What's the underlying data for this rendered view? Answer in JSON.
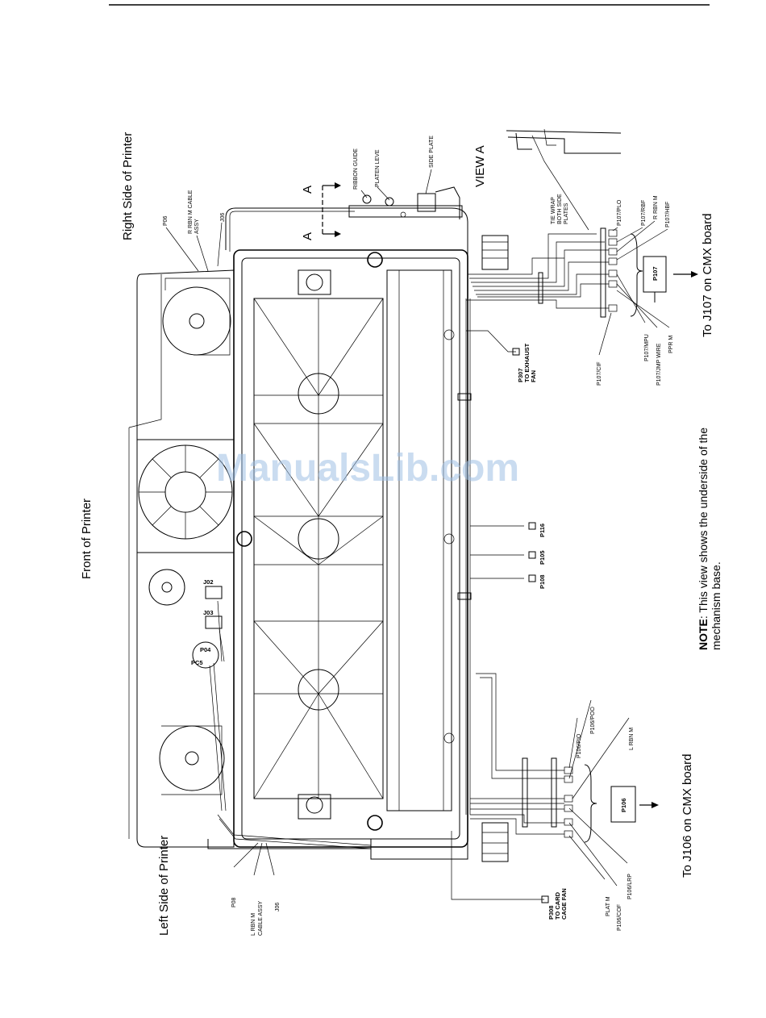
{
  "headings": {
    "right_side": "Right Side of Printer",
    "front": "Front of Printer",
    "left_side": "Left Side of Printer",
    "to_j107": "To J107 on CMX board",
    "to_j106": "To J106 on CMX board"
  },
  "note": {
    "label": "NOTE",
    "line1": ": This view shows the underside of the",
    "line2": "mechanism base."
  },
  "watermark": "ManualsLib.com",
  "view_labels": {
    "view_a": "VIEW A",
    "section_a_top": "A",
    "section_a_bottom": "A"
  },
  "callouts": {
    "ribbon_guide": "RIBBON GUIDE",
    "platen_leve": "PLATEN LEVE",
    "side_plate": "SIDE PLATE",
    "tie_wrap_1": "TIE WRAP",
    "tie_wrap_2": "BOTH SIDE",
    "tie_wrap_3": "PLATES",
    "p06": "P06",
    "r_rbn_cable_1": "R RBN M CABLE",
    "r_rbn_cable_2": "ASSY",
    "j06_top": "J06",
    "p107_plo": "P107/PLO",
    "p107_rbf": "P107/RBF",
    "r_rbn_m": "R RBN M",
    "p107_hbf": "P107/HBF",
    "p107_box": "P107",
    "p107_cif": "P107/CIF",
    "p107_mpu": "P107/MPU",
    "p107_jmp": "P107/JMP WIRE",
    "ppr_m": "PPR M",
    "p307_1": "P307",
    "p307_2": "TO EXHAUST",
    "p307_3": "FAN",
    "p116": "P116",
    "p105": "P105",
    "p108": "P108",
    "j02": "J02",
    "j03": "J03",
    "p04": "P04",
    "p05": "PC5",
    "p106_pio": "P106/PIO",
    "p106_poo": "P106/POO",
    "l_rbn_m": "L RBN M",
    "p106_box": "P106",
    "plat_m": "PLAT M",
    "p106_cof": "P106/COF",
    "p106_lrp": "P106/LRP",
    "p308_1": "P308",
    "p308_2": "TO CARD",
    "p308_3": "CAGE FAN",
    "p08": "P08",
    "l_rbn_cable_1": "L RBN M",
    "l_rbn_cable_2": "CABLE ASSY",
    "j06_bottom": "J06"
  }
}
